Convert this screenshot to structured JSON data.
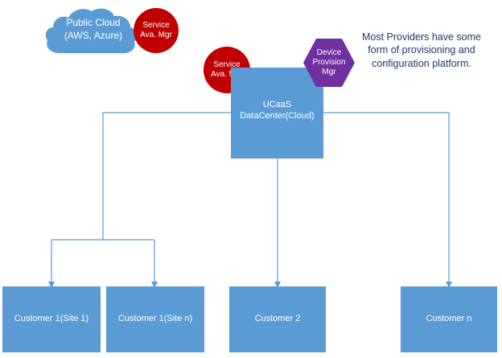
{
  "cloud": {
    "line1": "Public Cloud",
    "line2": "(AWS, Azure)"
  },
  "service_mgr_cloud": {
    "line1": "Service",
    "line2": "Ava. Mgr"
  },
  "service_mgr_dc": {
    "line1": "Service",
    "line2": "Ava. Mgr"
  },
  "device_mgr": {
    "line1": "Device",
    "line2": "Provision",
    "line3": "Mgr"
  },
  "note": {
    "line1": "Most Providers have some",
    "line2": "form of provisioning and",
    "line3": "configuration platform."
  },
  "datacenter": {
    "line1": "UCaaS",
    "line2": "DataCenter(Cloud)"
  },
  "customers": [
    {
      "label": "Customer 1(Site 1)"
    },
    {
      "label": "Customer 1(Site n)"
    },
    {
      "label": "Customer 2"
    },
    {
      "label": "Customer n"
    }
  ],
  "colors": {
    "box": "#5b9bd5",
    "service_circle": "#c00000",
    "device_hexagon": "#7030a0",
    "note_text": "#1f3864",
    "connector": "#5b9bd5"
  }
}
